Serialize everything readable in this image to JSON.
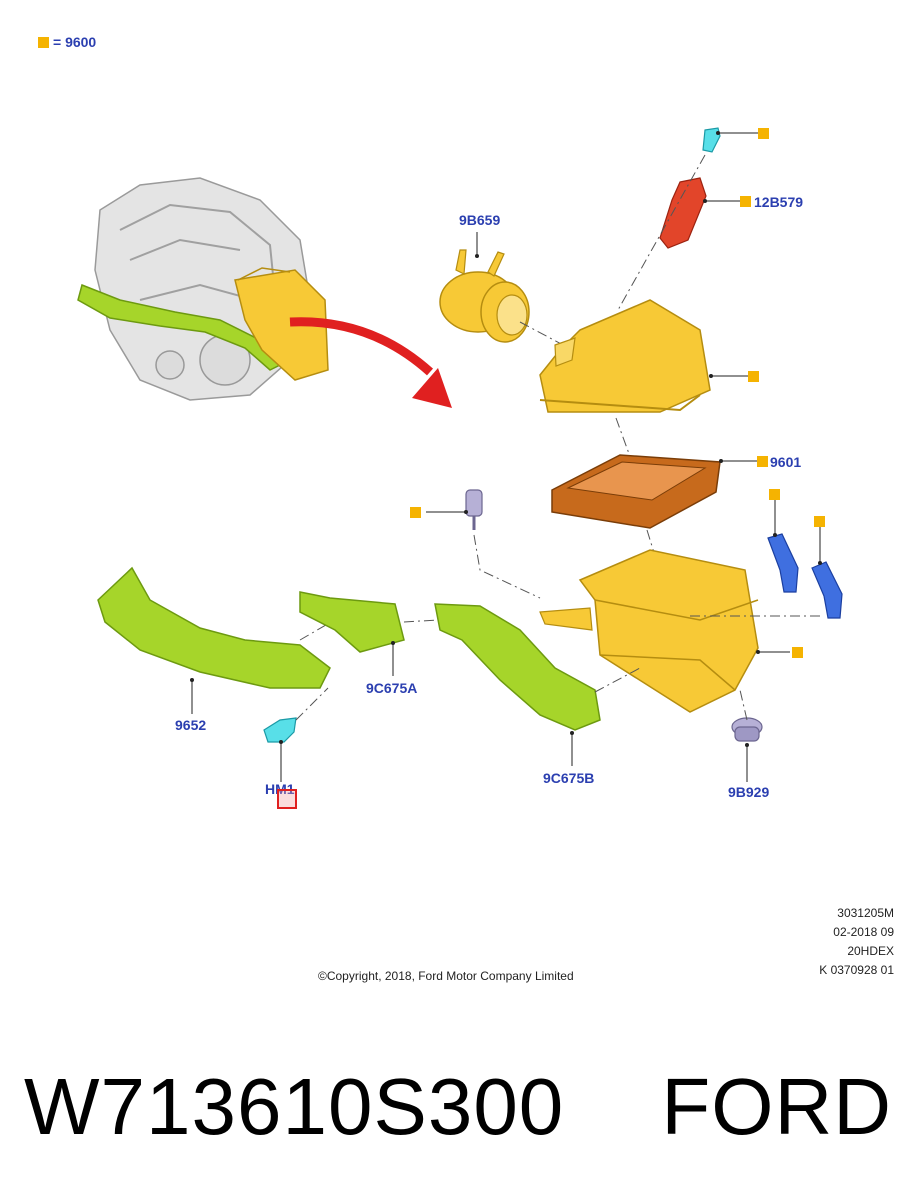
{
  "legend": {
    "label": "= 9600",
    "swatch_color": "#f5b301"
  },
  "labels": {
    "p9b659": "9B659",
    "p12b579": "12B579",
    "p9601": "9601",
    "p9652": "9652",
    "p9c675a": "9C675A",
    "p9c675b": "9C675B",
    "p9b929": "9B929",
    "phm1": "HM1"
  },
  "reference": {
    "line1": "3031205M",
    "line2": "02-2018 09",
    "line3": "20HDEX",
    "line4": "K 0370928 01"
  },
  "copyright": "©Copyright, 2018, Ford Motor Company Limited",
  "part_number": "W713610S300",
  "brand": "FORD",
  "colors": {
    "label_blue": "#2b3fb0",
    "marker_orange": "#f5b301",
    "housing_yellow": "#f7c936",
    "duct_green": "#a6d52a",
    "filter_brown": "#c76a1c",
    "sensor_red": "#e2452a",
    "clip_blue": "#3f6fe0",
    "highlight_red": "#e02020"
  }
}
